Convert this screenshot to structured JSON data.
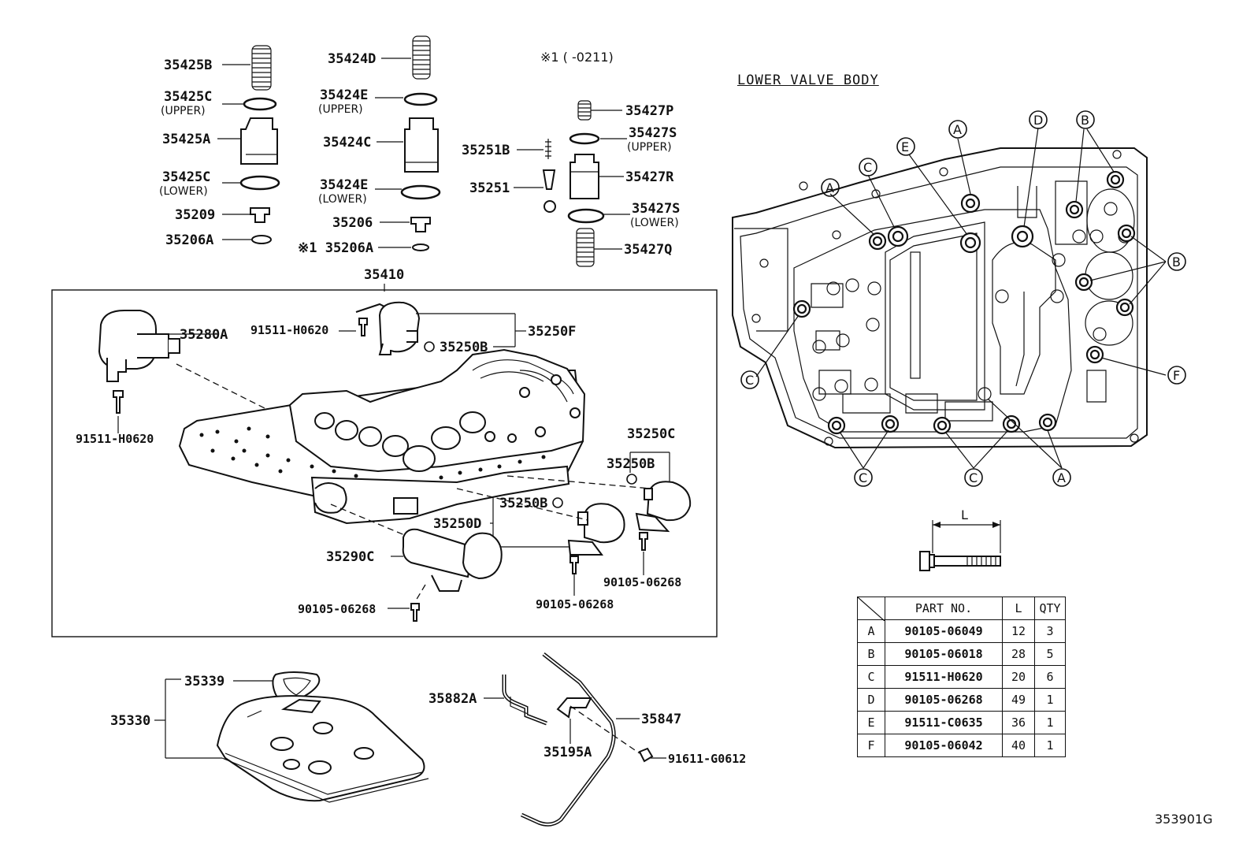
{
  "diagram": {
    "drawing_code": "353901G",
    "note": "※1 (      -0211)",
    "section_title": "LOWER VALVE BODY",
    "dimension_label": "L",
    "labels": {
      "p35425B": "35425B",
      "p35425C_upper": "35425C",
      "upper1": "(UPPER)",
      "p35425A": "35425A",
      "p35425C_lower": "35425C",
      "lower1": "(LOWER)",
      "p35209": "35209",
      "p35206A_1": "35206A",
      "p35424D": "35424D",
      "p35424E_upper": "35424E",
      "upper2": "(UPPER)",
      "p35424C": "35424C",
      "p35424E_lower": "35424E",
      "lower2": "(LOWER)",
      "p35206": "35206",
      "p35206A_2": "※1 35206A",
      "p35427P": "35427P",
      "p35427S_upper": "35427S",
      "upper3": "(UPPER)",
      "p35427R": "35427R",
      "p35427S_lower": "35427S",
      "lower3": "(LOWER)",
      "p35427Q": "35427Q",
      "p35251B": "35251B",
      "p35251": "35251",
      "p35410": "35410",
      "p35280A": "35280A",
      "b91511_1": "91511-H0620",
      "b91511_2": "91511-H0620",
      "p35250B_1": "35250B",
      "p35250F": "35250F",
      "p35250C": "35250C",
      "p35250B_2": "35250B",
      "p35250B_3": "35250B",
      "p35250D": "35250D",
      "p35290C": "35290C",
      "b90105_1": "90105-06268",
      "b90105_2": "90105-06268",
      "b90105_3": "90105-06268",
      "p35339": "35339",
      "p35330": "35330",
      "p35882A": "35882A",
      "p35195A": "35195A",
      "p35847": "35847",
      "b91611": "91611-G0612"
    },
    "callouts": {
      "A": "A",
      "B": "B",
      "C": "C",
      "D": "D",
      "E": "E",
      "F": "F"
    }
  },
  "bolt_table": {
    "headers": [
      "",
      "PART NO.",
      "L",
      "QTY"
    ],
    "rows": [
      {
        "key": "A",
        "part_no": "90105-06049",
        "L": "12",
        "qty": "3"
      },
      {
        "key": "B",
        "part_no": "90105-06018",
        "L": "28",
        "qty": "5"
      },
      {
        "key": "C",
        "part_no": "91511-H0620",
        "L": "20",
        "qty": "6"
      },
      {
        "key": "D",
        "part_no": "90105-06268",
        "L": "49",
        "qty": "1"
      },
      {
        "key": "E",
        "part_no": "91511-C0635",
        "L": "36",
        "qty": "1"
      },
      {
        "key": "F",
        "part_no": "90105-06042",
        "L": "40",
        "qty": "1"
      }
    ]
  }
}
